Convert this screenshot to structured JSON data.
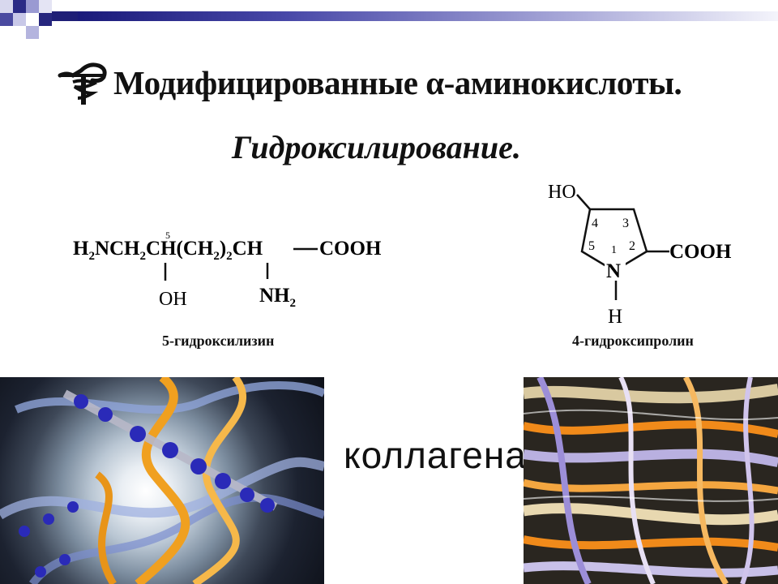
{
  "slide": {
    "title": "Модифицированные α-аминокислоты.",
    "subtitle": "Гидроксилирование.",
    "colors": {
      "bar_dark": "#1a1a7a",
      "bar_light": "#f4f4fb",
      "fiber_orange": "#f08a1a",
      "helix_gold": "#f0a020",
      "bead_blue": "#2a2ab8"
    }
  },
  "hydroxylysine": {
    "caption": "5-гидроксилизин",
    "position_label": "5",
    "t_h": "H",
    "t_sub2": "2",
    "t_nch": "NCH",
    "t_ch": "CH(CH",
    "t_close": ")",
    "t_ch2": "CH",
    "t_cooh": "COOH",
    "t_oh": "OH",
    "t_nh": "NH"
  },
  "hydroxyproline": {
    "caption": "4-гидроксипролин",
    "ho": "HO",
    "cooh": "COOH",
    "n": "N",
    "h": "H",
    "ring_numbers": [
      "4",
      "3",
      "5",
      "1",
      "2"
    ]
  },
  "collagen": {
    "label": "коллагена"
  },
  "icons": {
    "caduceus": "caduceus-icon"
  }
}
